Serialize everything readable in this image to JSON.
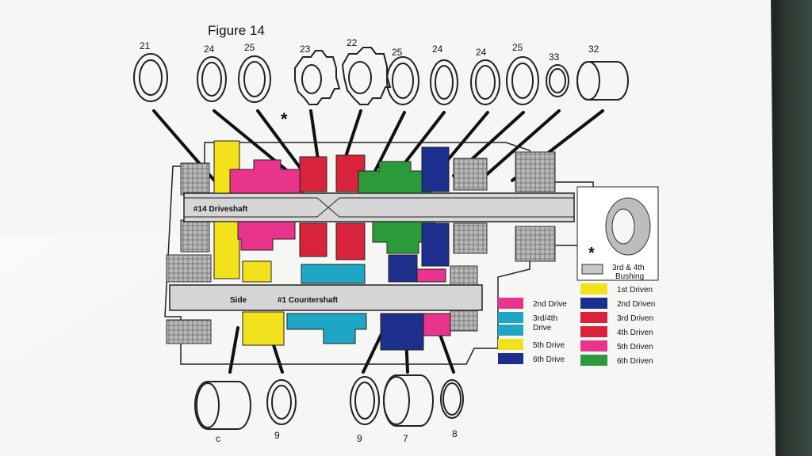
{
  "figure_title": "Figure 14",
  "asterisk": "*",
  "top_part_numbers": [
    "21",
    "24",
    "25",
    "23",
    "22",
    "25",
    "24",
    "24",
    "25",
    "33",
    "32"
  ],
  "bottom_part_numbers": [
    "c",
    "9",
    "9",
    "7",
    "8"
  ],
  "driveshaft_label": "#14 Driveshaft",
  "countershaft_label": "#1 Countershaft",
  "side_label": "Side",
  "bushing_label_line1": "3rd & 4th",
  "bushing_label_line2": "Bushing",
  "legend_left": [
    {
      "label": "2nd Drive",
      "color": "#e8348c"
    },
    {
      "label": "3rd/4th",
      "label2": "Drive",
      "color": "#1fa6c4"
    },
    {
      "label": "5th Drive",
      "color": "#f2e21c"
    },
    {
      "label": "6th Drive",
      "color": "#1c2f8c"
    }
  ],
  "legend_right": [
    {
      "label": "1st Driven",
      "color": "#f2e21c"
    },
    {
      "label": "2nd Driven",
      "color": "#1c2f8c"
    },
    {
      "label": "3rd Driven",
      "color": "#d9223c"
    },
    {
      "label": "4th Driven",
      "color": "#d9223c"
    },
    {
      "label": "5th Driven",
      "color": "#e8348c"
    },
    {
      "label": "6th Driven",
      "color": "#2a9a3a"
    }
  ],
  "colors": {
    "yellow": "#f2e21c",
    "magenta": "#e8348c",
    "red": "#d9223c",
    "green": "#2a9a3a",
    "navy": "#1c2f8c",
    "cyan": "#1fa6c4",
    "gray": "#b9b9b9",
    "shaft": "#d6d6d6",
    "paper": "#f6f6f4"
  }
}
